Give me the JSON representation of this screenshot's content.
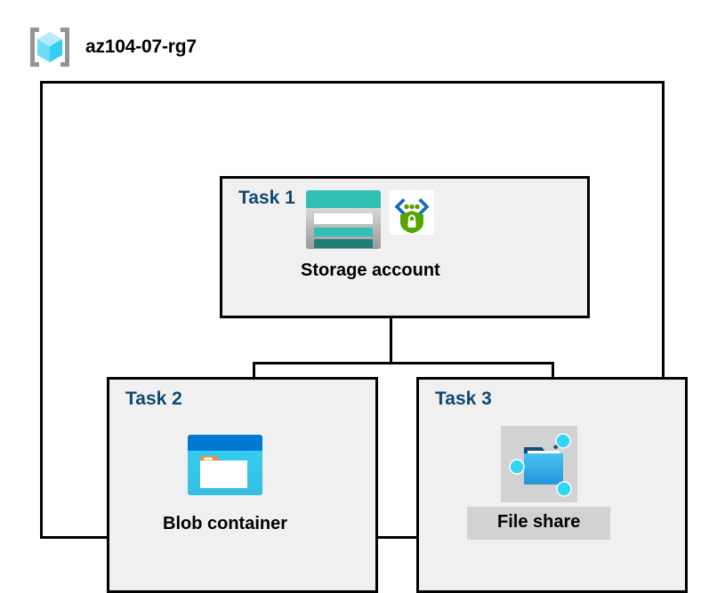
{
  "header": {
    "icon": "resource-group-icon",
    "title": "az104-07-rg7"
  },
  "diagram": {
    "container_name": "resource-group-boundary",
    "tasks": [
      {
        "label": "Task 1",
        "node": {
          "caption": "Storage account",
          "icon": "storage-account-icon",
          "badge_icon": "private-endpoint-shield-icon",
          "highlighted": false
        }
      },
      {
        "label": "Task 2",
        "node": {
          "caption": "Blob container",
          "icon": "blob-container-icon",
          "highlighted": false
        }
      },
      {
        "label": "Task 3",
        "node": {
          "caption": "File share",
          "icon": "file-share-icon",
          "highlighted": true
        }
      }
    ],
    "connectors": [
      {
        "name": "storage-to-bus-trunk",
        "from": "Storage account",
        "to": "branch-bus"
      },
      {
        "name": "bus-to-blob-container",
        "from": "branch-bus",
        "to": "Blob container"
      },
      {
        "name": "bus-to-file-share",
        "from": "branch-bus",
        "to": "File share"
      }
    ]
  },
  "colors": {
    "task_label": "#12496f",
    "box_fill": "#f0f0f0",
    "box_border": "#000000",
    "canvas": "#ffffff",
    "highlight": "#d2d2d2",
    "storage_teal": "#32bfb4",
    "storage_teal_dark": "#1e7f77",
    "blob_blue": "#0078d4",
    "blob_cyan": "#32c8ef",
    "blob_orange": "#f7882f",
    "fileshare_blue": "#32b3e8",
    "shield_green": "#57a300",
    "bracket_gray": "#949494",
    "cube_cyan": "#9fe8fb"
  }
}
